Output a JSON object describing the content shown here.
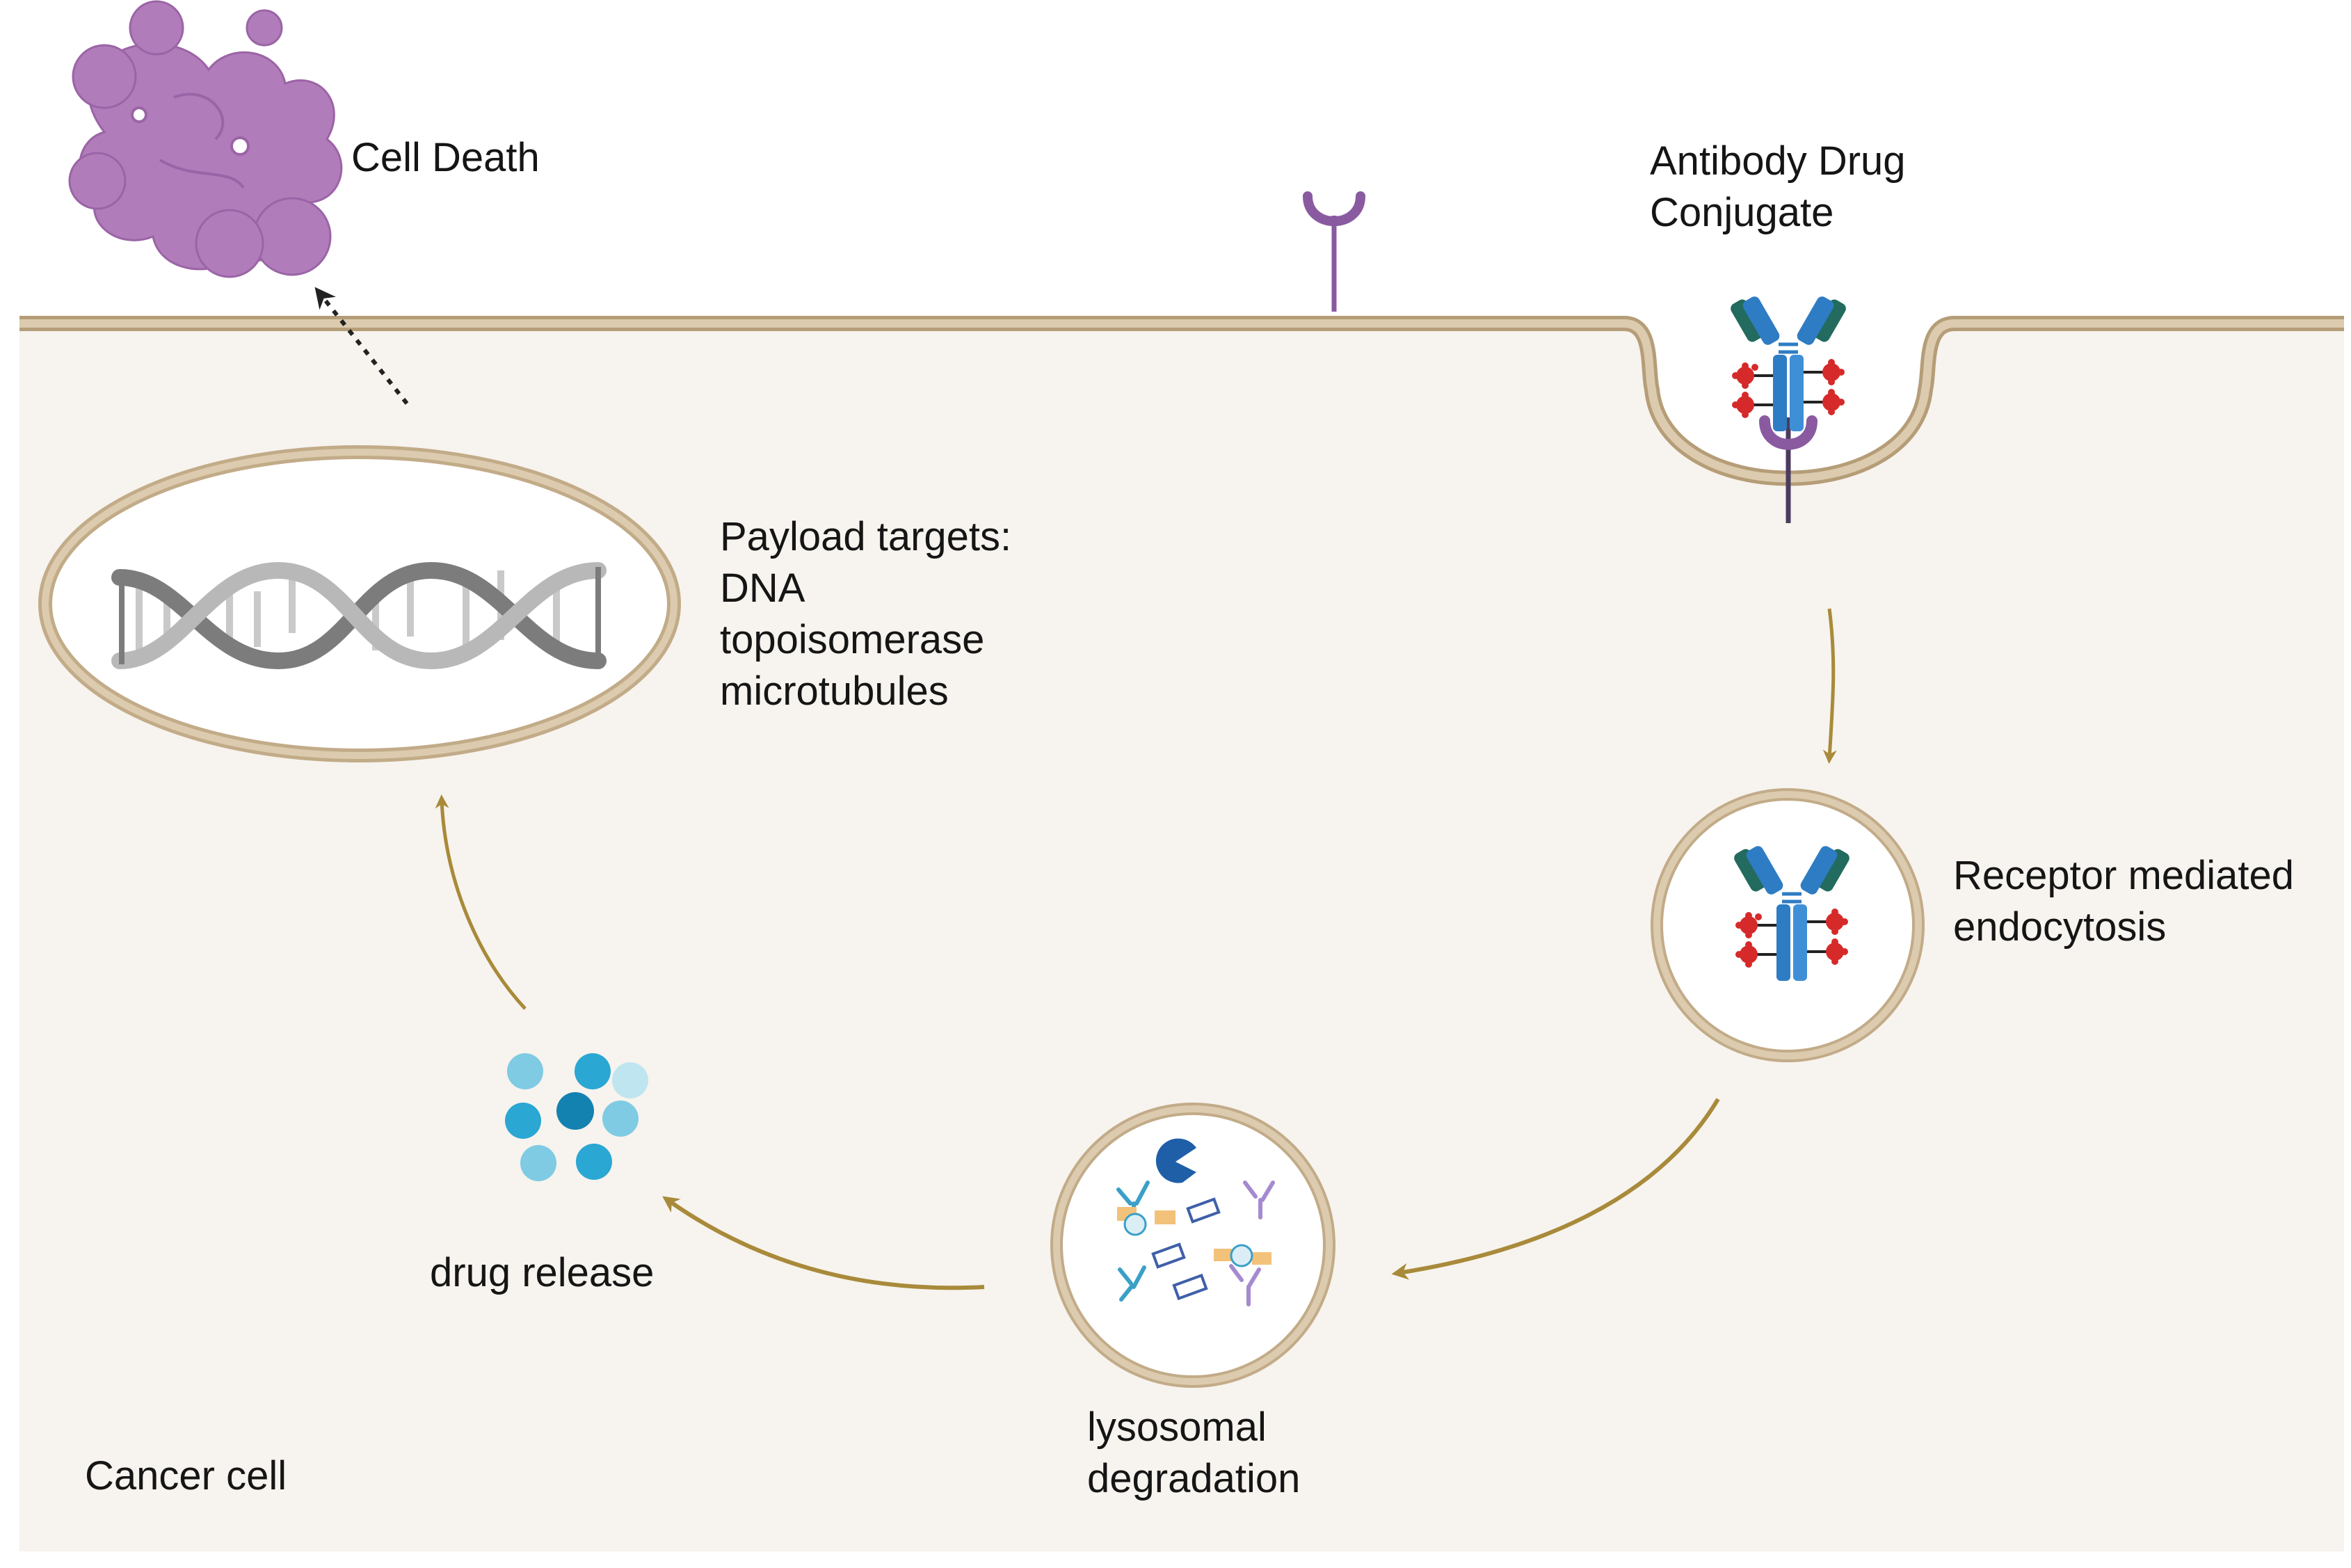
{
  "labels": {
    "cell_death": "Cell Death",
    "adc_line1": "Antibody Drug",
    "adc_line2": "Conjugate",
    "payload_line1": "Payload targets:",
    "payload_line2": "DNA",
    "payload_line3": "topoisomerase",
    "payload_line4": "microtubules",
    "receptor_line1": "Receptor mediated",
    "receptor_line2": "endocytosis",
    "drug_release": "drug release",
    "lyso_line1": "lysosomal",
    "lyso_line2": "degradation",
    "cancer_cell": "Cancer cell"
  },
  "colors": {
    "cytoplasm": "#f7f3ee",
    "membrane": "#d8c6a6",
    "membrane_edge": "#b59d78",
    "arrow": "#a88a3a",
    "dead_cell": "#b17cba",
    "receptor": "#8a5aa0",
    "antibody_blue": "#2e7cc4",
    "antibody_teal": "#226b5e",
    "payload_red": "#d62a2a",
    "drug_dots": "#3bb3d6",
    "dna_dark": "#7c7c7c",
    "dna_light": "#b8b8b8"
  },
  "icons": [
    "dead-cell-icon",
    "receptor-icon",
    "antibody-drug-conjugate-icon",
    "dna-helix-icon",
    "drug-molecules-icon",
    "lysosome-enzyme-icon"
  ]
}
